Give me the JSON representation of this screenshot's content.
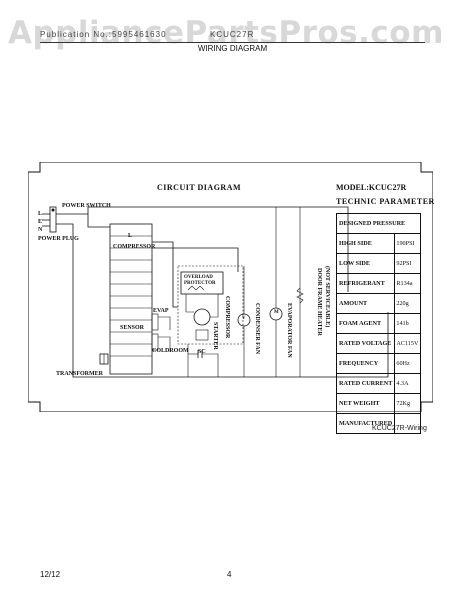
{
  "watermark": "AppliancePartsPros.com",
  "header": {
    "left_text": "Publication No.:5995461630",
    "model_text": "KCUC27R",
    "title": "WIRING DIAGRAM"
  },
  "diagram": {
    "circuit_title": "CIRCUIT  DIAGRAM",
    "model_label": "MODEL:KCUC27R",
    "technic_title": "TECHNIC  PARAMETER",
    "labels": {
      "power_switch": "POWER SWITCH",
      "l": "L",
      "e": "E",
      "n": "N",
      "power_plug": "POWER PLUG",
      "panel_l": "L",
      "compressor_out": "COMPRESSOR",
      "evap": "EVAP",
      "sensor": "SENSOR",
      "coldroom": "COLDROOM",
      "transformer": "TRANSFORMER",
      "overload_protector": "OVERLOAD PROTECTOR",
      "compressor": "COMPRESSOR",
      "starter": "STARTER",
      "sc": "SC",
      "condenser_fan": "CONDENSER FAN",
      "evaporator_fan": "EVAPORATOR FAN",
      "door_frame_heater": "DOOR FRAME HEATER",
      "not_serviceable": "(NOT SERVICEABLE)",
      "motor_v": "V",
      "motor_m": "M"
    }
  },
  "parameters": {
    "header": "DESIGNED PRESSURE",
    "rows": [
      {
        "label": "HIGH SIDE",
        "value": "190PSI"
      },
      {
        "label": "LOW SIDE",
        "value": "92PSI"
      },
      {
        "label": "REFRIGERANT",
        "value": "R134a"
      },
      {
        "label": "AMOUNT",
        "value": "220g"
      },
      {
        "label": "FOAM AGENT",
        "value": "141b"
      },
      {
        "label": "RATED VOLTAGE",
        "value": "AC115V"
      },
      {
        "label": "FREQUENCY",
        "value": "60Hz"
      },
      {
        "label": "RATED CURRENT",
        "value": "4.3A"
      },
      {
        "label": "NET WEIGHT",
        "value": "72Kg"
      },
      {
        "label": "MANUFACTURED",
        "value": ""
      }
    ]
  },
  "diagram_id": "KCUC27R-Wiring",
  "footer": {
    "date": "12/12",
    "page": "4"
  }
}
